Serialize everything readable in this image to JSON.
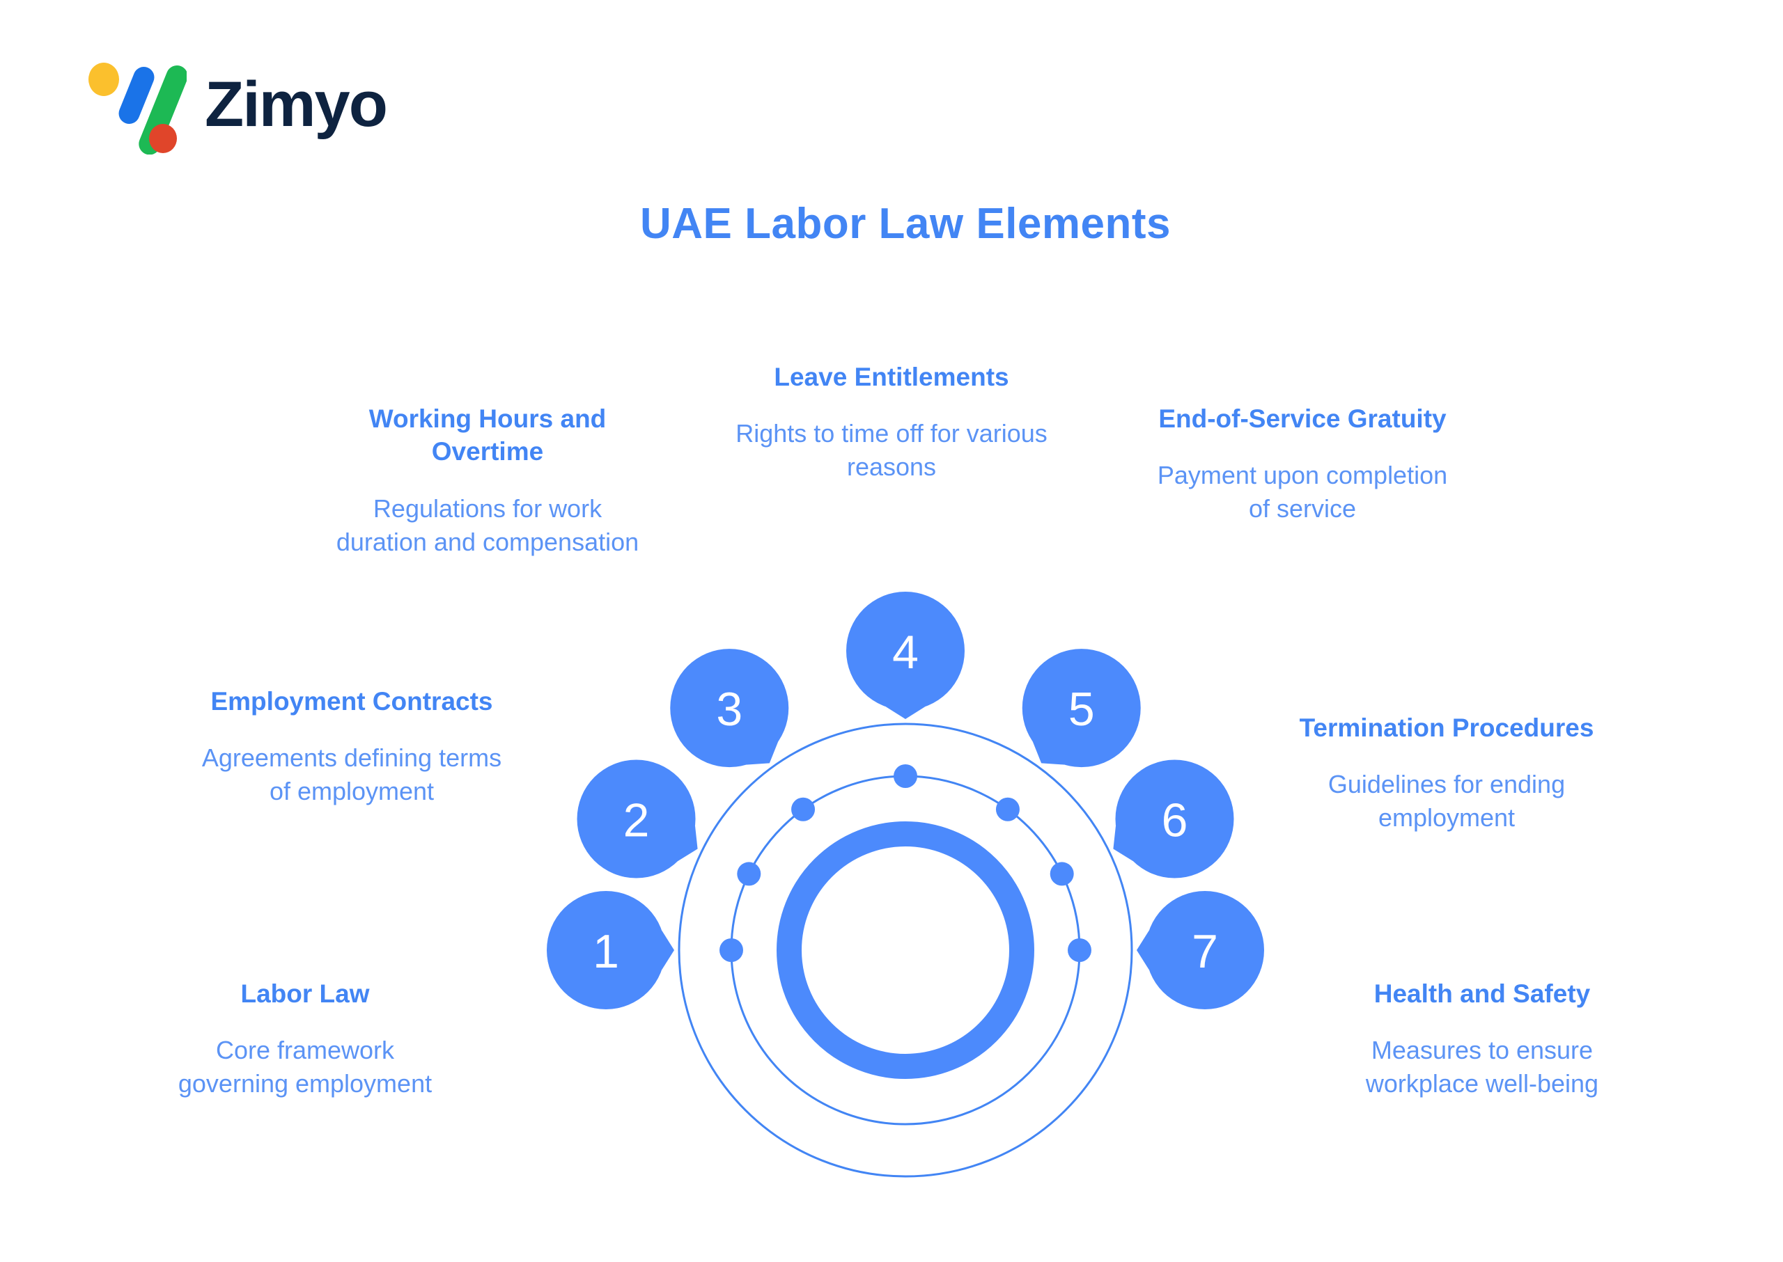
{
  "brand": {
    "name": "Zimyo",
    "logo_icon": "zimyo-percent-logo",
    "logo_colors": {
      "yellow": "#fbc02d",
      "blue": "#1a73e8",
      "green": "#1db954",
      "red": "#e0452a"
    },
    "wordmark_color": "#0e2340"
  },
  "header": {
    "title": "UAE Labor Law Elements",
    "title_color": "#4285f4"
  },
  "theme": {
    "accent": "#4285f4",
    "bubble_fill": "#4c8afc",
    "ring_stroke": "#4285f4",
    "desc_color": "#5b93f5",
    "background": "#ffffff"
  },
  "chart_data": {
    "type": "diagram",
    "title": "UAE Labor Law Elements",
    "layout": "radial-speech-bubble-wheel",
    "center_rings": {
      "outer_ring_style": "thin-stroke",
      "middle_ring_style": "thin-stroke-with-nodes",
      "inner_ring_style": "thick-donut",
      "node_count": 7
    },
    "item_count": 7,
    "items": [
      {
        "number": "1",
        "title": "Labor Law",
        "description": "Core framework governing employment",
        "angle_deg": 180
      },
      {
        "number": "2",
        "title": "Employment Contracts",
        "description": "Agreements defining terms of employment",
        "angle_deg": 154
      },
      {
        "number": "3",
        "title": "Working Hours and Overtime",
        "description": "Regulations for work duration and compensation",
        "angle_deg": 126
      },
      {
        "number": "4",
        "title": "Leave Entitlements",
        "description": "Rights to time off for various reasons",
        "angle_deg": 90
      },
      {
        "number": "5",
        "title": "End-of-Service Gratuity",
        "description": "Payment upon completion of service",
        "angle_deg": 54
      },
      {
        "number": "6",
        "title": "Termination Procedures",
        "description": "Guidelines for ending employment",
        "angle_deg": 26
      },
      {
        "number": "7",
        "title": "Health and Safety",
        "description": "Measures to ensure workplace well-being",
        "angle_deg": 0
      }
    ]
  }
}
